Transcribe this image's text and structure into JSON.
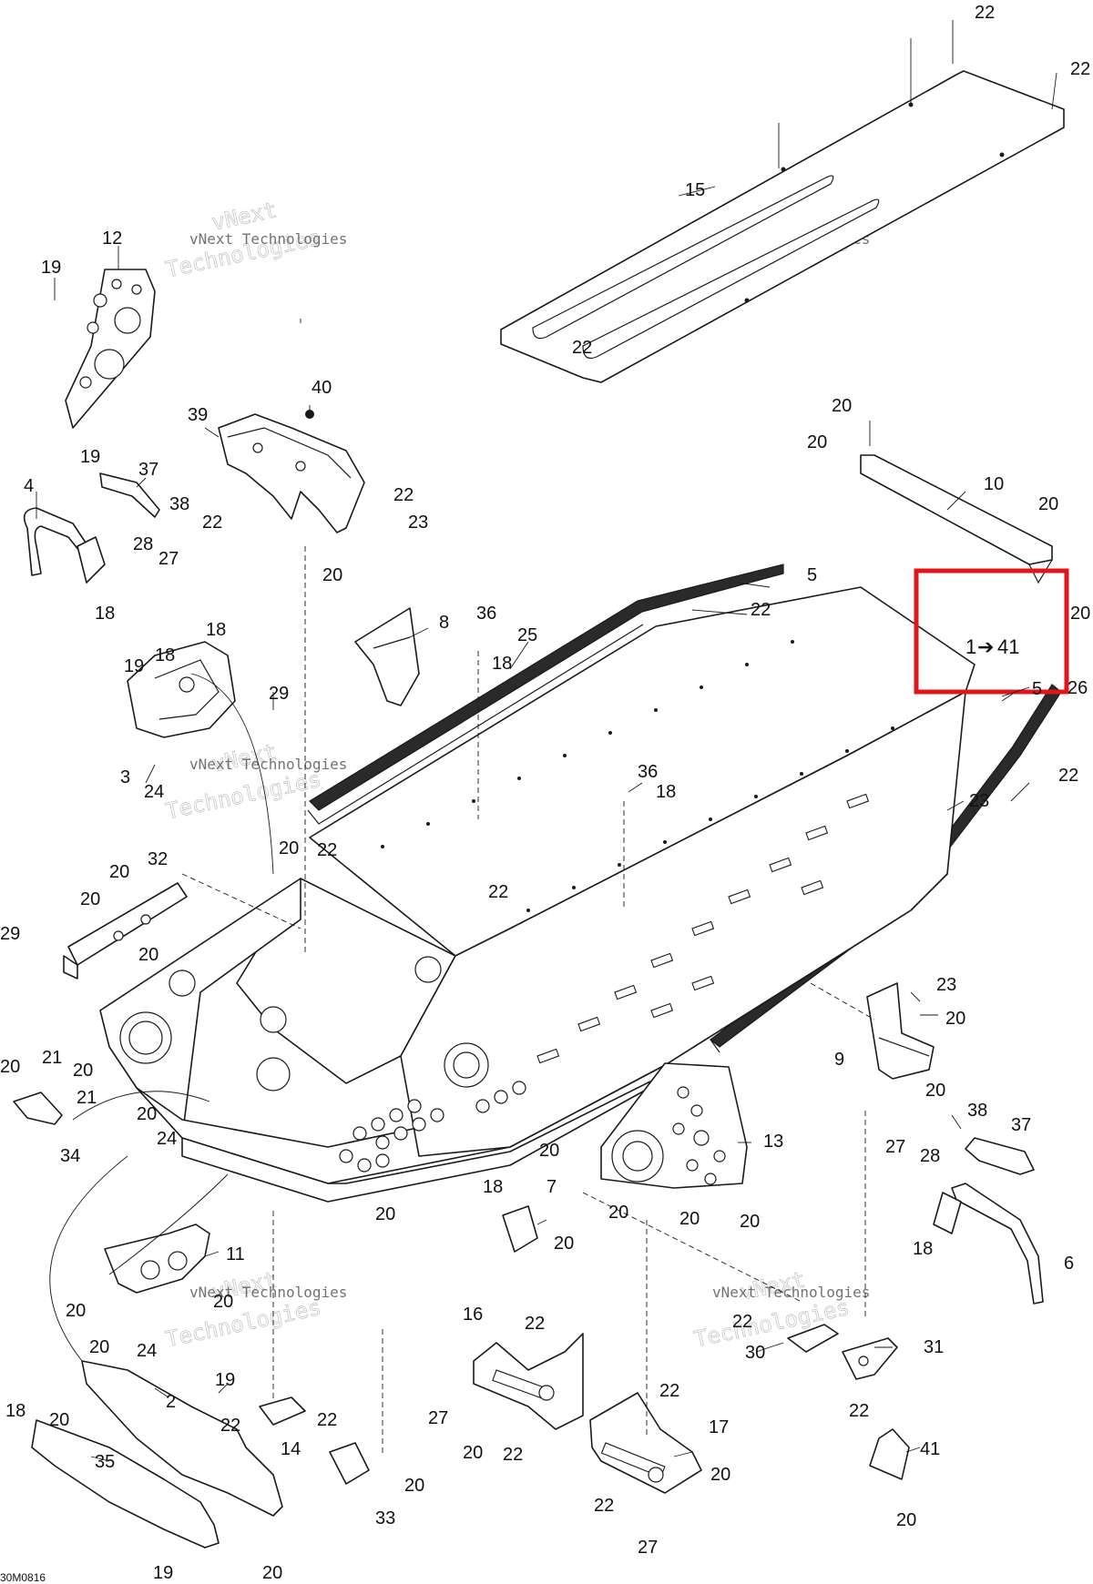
{
  "diagram_code": "30M0816",
  "watermark": {
    "line1": "vNext",
    "line2": "Technologies",
    "small": "vNext Technologies"
  },
  "highlight": {
    "label_start": "1",
    "label_end": "41",
    "arrow": "➔",
    "callout": "5",
    "color": "#e0161b"
  },
  "callouts": [
    {
      "id": "c22a",
      "text": "22"
    },
    {
      "id": "c22b",
      "text": "22"
    },
    {
      "id": "c15",
      "text": "15"
    },
    {
      "id": "c22c",
      "text": "22"
    },
    {
      "id": "c12",
      "text": "12"
    },
    {
      "id": "c19a",
      "text": "19"
    },
    {
      "id": "c19b",
      "text": "19"
    },
    {
      "id": "c40",
      "text": "40"
    },
    {
      "id": "c39",
      "text": "39"
    },
    {
      "id": "c22d",
      "text": "22"
    },
    {
      "id": "c22e",
      "text": "22"
    },
    {
      "id": "c23a",
      "text": "23"
    },
    {
      "id": "c37a",
      "text": "37"
    },
    {
      "id": "c38a",
      "text": "38"
    },
    {
      "id": "c4",
      "text": "4"
    },
    {
      "id": "c28a",
      "text": "28"
    },
    {
      "id": "c27a",
      "text": "27"
    },
    {
      "id": "c18a",
      "text": "18"
    },
    {
      "id": "c20a",
      "text": "20"
    },
    {
      "id": "c20b",
      "text": "20"
    },
    {
      "id": "c10",
      "text": "10"
    },
    {
      "id": "c20c",
      "text": "20"
    },
    {
      "id": "c20d",
      "text": "20"
    },
    {
      "id": "c20e",
      "text": "20"
    },
    {
      "id": "c8",
      "text": "8"
    },
    {
      "id": "c36a",
      "text": "36"
    },
    {
      "id": "c18b",
      "text": "18"
    },
    {
      "id": "c25",
      "text": "25"
    },
    {
      "id": "c5a",
      "text": "5"
    },
    {
      "id": "c22f",
      "text": "22"
    },
    {
      "id": "c26",
      "text": "26"
    },
    {
      "id": "c18c",
      "text": "18"
    },
    {
      "id": "c18d",
      "text": "18"
    },
    {
      "id": "c19c",
      "text": "19"
    },
    {
      "id": "c29a",
      "text": "29"
    },
    {
      "id": "c3",
      "text": "3"
    },
    {
      "id": "c24a",
      "text": "24"
    },
    {
      "id": "c36b",
      "text": "36"
    },
    {
      "id": "c18e",
      "text": "18"
    },
    {
      "id": "c22g",
      "text": "22"
    },
    {
      "id": "c23b",
      "text": "23"
    },
    {
      "id": "c20f",
      "text": "20"
    },
    {
      "id": "c22h",
      "text": "22"
    },
    {
      "id": "c32",
      "text": "32"
    },
    {
      "id": "c20g",
      "text": "20"
    },
    {
      "id": "c20h",
      "text": "20"
    },
    {
      "id": "c22i",
      "text": "22"
    },
    {
      "id": "c29b",
      "text": "29"
    },
    {
      "id": "c20i",
      "text": "20"
    },
    {
      "id": "c23c",
      "text": "23"
    },
    {
      "id": "c20j",
      "text": "20"
    },
    {
      "id": "c9",
      "text": "9"
    },
    {
      "id": "c20k",
      "text": "20"
    },
    {
      "id": "c20l",
      "text": "20"
    },
    {
      "id": "c21a",
      "text": "21"
    },
    {
      "id": "c20m",
      "text": "20"
    },
    {
      "id": "c21b",
      "text": "21"
    },
    {
      "id": "c34",
      "text": "34"
    },
    {
      "id": "c20n",
      "text": "20"
    },
    {
      "id": "c24b",
      "text": "24"
    },
    {
      "id": "c38b",
      "text": "38"
    },
    {
      "id": "c37b",
      "text": "37"
    },
    {
      "id": "c13",
      "text": "13"
    },
    {
      "id": "c20o",
      "text": "20"
    },
    {
      "id": "c27b",
      "text": "27"
    },
    {
      "id": "c28b",
      "text": "28"
    },
    {
      "id": "c18f",
      "text": "18"
    },
    {
      "id": "c7",
      "text": "7"
    },
    {
      "id": "c20p",
      "text": "20"
    },
    {
      "id": "c20q",
      "text": "20"
    },
    {
      "id": "c20r",
      "text": "20"
    },
    {
      "id": "c20s",
      "text": "20"
    },
    {
      "id": "c20t",
      "text": "20"
    },
    {
      "id": "c18g",
      "text": "18"
    },
    {
      "id": "c6",
      "text": "6"
    },
    {
      "id": "c11",
      "text": "11"
    },
    {
      "id": "c20u",
      "text": "20"
    },
    {
      "id": "c20v",
      "text": "20"
    },
    {
      "id": "c20w",
      "text": "20"
    },
    {
      "id": "c24c",
      "text": "24"
    },
    {
      "id": "c16",
      "text": "16"
    },
    {
      "id": "c22j",
      "text": "22"
    },
    {
      "id": "c22k",
      "text": "22"
    },
    {
      "id": "c30",
      "text": "30"
    },
    {
      "id": "c31",
      "text": "31"
    },
    {
      "id": "c22l",
      "text": "22"
    },
    {
      "id": "c18h",
      "text": "18"
    },
    {
      "id": "c20x",
      "text": "20"
    },
    {
      "id": "c2",
      "text": "2"
    },
    {
      "id": "c19d",
      "text": "19"
    },
    {
      "id": "c22m",
      "text": "22"
    },
    {
      "id": "c22n",
      "text": "22"
    },
    {
      "id": "c14",
      "text": "14"
    },
    {
      "id": "c35",
      "text": "35"
    },
    {
      "id": "c27c",
      "text": "27"
    },
    {
      "id": "c20y",
      "text": "20"
    },
    {
      "id": "c22o",
      "text": "22"
    },
    {
      "id": "c22p",
      "text": "22"
    },
    {
      "id": "c17",
      "text": "17"
    },
    {
      "id": "c20z",
      "text": "20"
    },
    {
      "id": "c41",
      "text": "41"
    },
    {
      "id": "c33",
      "text": "33"
    },
    {
      "id": "c20aa",
      "text": "20"
    },
    {
      "id": "c22q",
      "text": "22"
    },
    {
      "id": "c27d",
      "text": "27"
    },
    {
      "id": "c20ab",
      "text": "20"
    },
    {
      "id": "c19e",
      "text": "19"
    },
    {
      "id": "c20ac",
      "text": "20"
    }
  ]
}
